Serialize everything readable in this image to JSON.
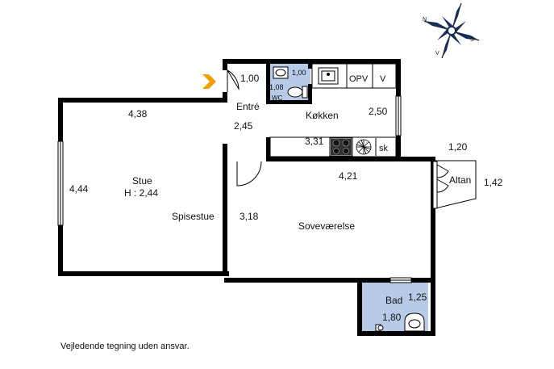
{
  "compass": {
    "n": "N",
    "s": "S",
    "v": "V",
    "o": ""
  },
  "rooms": {
    "stue": "Stue",
    "stue_height": "H : 2,44",
    "spisestue": "Spisestue",
    "entre": "Entré",
    "koekken": "Køkken",
    "sovevaerelse": "Soveværelse",
    "altan": "Altan",
    "bad": "Bad",
    "wc": "WC"
  },
  "fixtures": {
    "opv": "OPV",
    "v": "V",
    "sk": "sk"
  },
  "dimensions": {
    "stue_width": "4,38",
    "stue_depth": "4,44",
    "entre_width": "1,00",
    "entre_depth": "2,45",
    "wc_width": "1,00",
    "wc_depth": "1,08",
    "koekken_depth": "2,50",
    "koekken_width": "3,31",
    "altan_width": "1,20",
    "altan_depth": "1,42",
    "sove_width": "4,21",
    "sove_depth": "3,18",
    "bad_width": "1,25",
    "bad_depth": "1,80"
  },
  "colors": {
    "wall": "#000000",
    "wet_room": "#b7cbe9",
    "entrance_arrow": "#f2a000"
  },
  "disclaimer": "Vejledende tegning uden ansvar."
}
